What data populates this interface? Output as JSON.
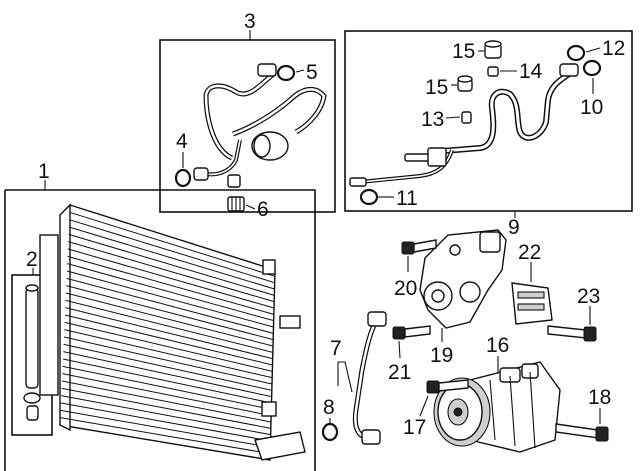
{
  "diagram": {
    "callouts": {
      "c1": "1",
      "c2": "2",
      "c3": "3",
      "c4": "4",
      "c5": "5",
      "c6": "6",
      "c7": "7",
      "c8": "8",
      "c9": "9",
      "c10": "10",
      "c11": "11",
      "c12": "12",
      "c13": "13",
      "c14": "14",
      "c15a": "15",
      "c15b": "15",
      "c16": "16",
      "c17": "17",
      "c18": "18",
      "c19": "19",
      "c20": "20",
      "c21": "21",
      "c22": "22",
      "c23": "23"
    }
  }
}
